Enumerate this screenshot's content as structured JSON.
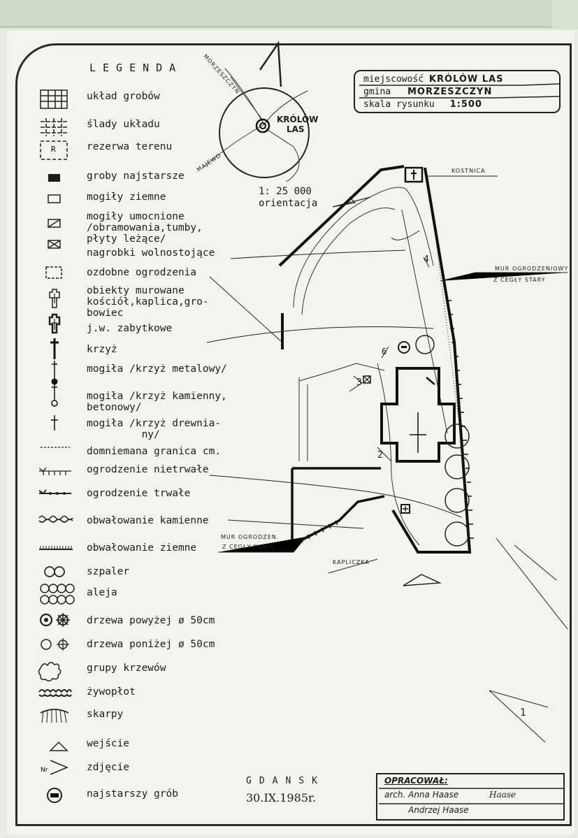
{
  "legend": {
    "title": "LEGENDA",
    "items": [
      {
        "id": "grid",
        "label": "układ grobów"
      },
      {
        "id": "traces",
        "label": "ślady układu"
      },
      {
        "id": "reserve",
        "label": "rezerwa terenu"
      },
      {
        "id": "oldest",
        "label": "groby najstarsze"
      },
      {
        "id": "earth",
        "label": "mogiły ziemne"
      },
      {
        "id": "reinforced",
        "label": "mogiły umocnione\n/obramowania,tumby,\npłyty leżące/"
      },
      {
        "id": "freestanding",
        "label": "nagrobki wolnostojące"
      },
      {
        "id": "fence",
        "label": "ozdobne ogrodzenia"
      },
      {
        "id": "masonry",
        "label": "obiekty murowane\nkościół,kaplica,gro-\nbowiec"
      },
      {
        "id": "historic",
        "label": "j.w. zabytkowe"
      },
      {
        "id": "cross",
        "label": "krzyż"
      },
      {
        "id": "metal",
        "label": "mogiła /krzyż metalowy/"
      },
      {
        "id": "stone",
        "label": "mogiła /krzyż kamienny,\nbetonowy/"
      },
      {
        "id": "wood",
        "label": "mogiła /krzyż drewnia-\n         ny/"
      },
      {
        "id": "border",
        "label": "domniemana granica cm."
      },
      {
        "id": "temp-fence",
        "label": "ogrodzenie nietrwałe"
      },
      {
        "id": "perm-fence",
        "label": "ogrodzenie trwałe"
      },
      {
        "id": "stone-bank",
        "label": "obwałowanie kamienne"
      },
      {
        "id": "earth-bank",
        "label": "obwałowanie ziemne"
      },
      {
        "id": "row",
        "label": "szpaler"
      },
      {
        "id": "alley",
        "label": "aleja"
      },
      {
        "id": "big-tree",
        "label": "drzewa powyżej ø 50cm"
      },
      {
        "id": "small-tree",
        "label": "drzewa poniżej ø 50cm"
      },
      {
        "id": "shrubs",
        "label": "grupy krzewów"
      },
      {
        "id": "hedge",
        "label": "żywopłot"
      },
      {
        "id": "slope",
        "label": "skarpy"
      },
      {
        "id": "entrance",
        "label": "wejście"
      },
      {
        "id": "photo",
        "label": "zdjęcie"
      },
      {
        "id": "oldest-grave",
        "label": "najstarszy grób"
      }
    ]
  },
  "info": {
    "place_label": "miejscowość",
    "place_value": "KRÓLÓW LAS",
    "commune_label": "gmina",
    "commune_value": "MORZESZCZYN",
    "scale_label": "skala rysunku",
    "scale_value": "1:500"
  },
  "locator": {
    "town": "KRÓLÓW",
    "town2": "LAS",
    "road_north": "MORZESZCZYN",
    "road_sw": "MAJEWO",
    "scale": "1: 25 000",
    "orientation": "orientacja"
  },
  "plan_labels": {
    "ossuary": "KOSTNICA",
    "old_wall_1": "MUR OGRODZENIOWY",
    "old_wall_2": "Z CEGŁY STARY",
    "new_wall_1": "MUR OGRODZEN.",
    "new_wall_2": "Z CEGŁY NOWY",
    "chapel": "KAPLICZKA",
    "photo_1": "1",
    "photo_2": "2",
    "photo_3": "3",
    "photo_4": "4",
    "photo_6": "6"
  },
  "footer": {
    "city": "GDANSK",
    "date": "30.IX.1985r.",
    "prepared": "OPRACOWAŁ:",
    "author1": "arch. Anna Haase",
    "signature": "Haase",
    "author2": "Andrzej Haase"
  }
}
